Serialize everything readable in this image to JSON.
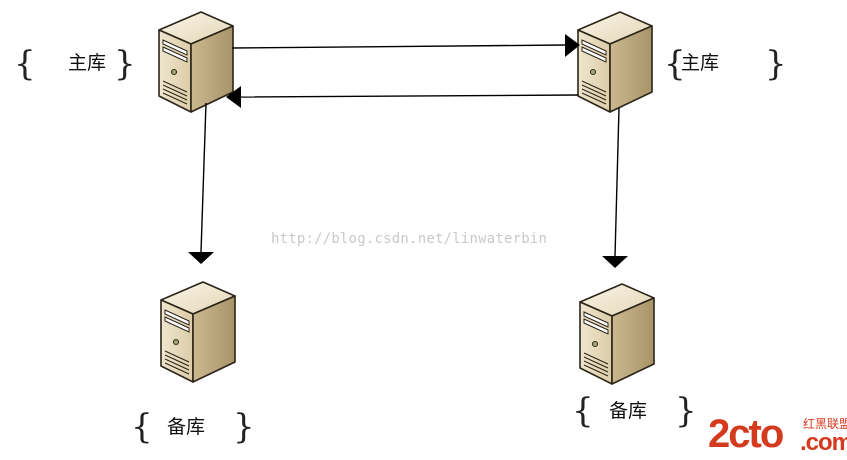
{
  "nodes": {
    "primary_left": {
      "label": "主库"
    },
    "primary_right": {
      "label": "主库"
    },
    "standby_left": {
      "label": "备库"
    },
    "standby_right": {
      "label": "备库"
    }
  },
  "braces": {
    "open": "{",
    "close": "}"
  },
  "watermark": {
    "url": "http://blog.csdn.net/linwaterbin"
  },
  "brand": {
    "main": "2cto",
    "sub": "红黑联盟",
    "domain": ".com"
  },
  "colors": {
    "server_front": "#e8dcc0",
    "server_side": "#cdbb94",
    "server_top": "#f4ecd8",
    "server_outline": "#2b2418",
    "arrow": "#000000",
    "brand": "#d43a1e"
  }
}
